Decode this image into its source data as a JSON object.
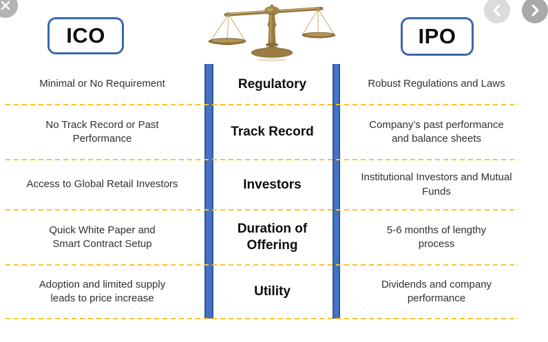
{
  "viewer": {
    "close_icon": "close-x",
    "prev_icon": "chevron-left",
    "next_icon": "chevron-right"
  },
  "comparison": {
    "left_header": "ICO",
    "right_header": "IPO",
    "rows": [
      {
        "category": "Regulatory",
        "ico": "Minimal or No Requirement",
        "ipo": "Robust Regulations and Laws"
      },
      {
        "category": "Track Record",
        "ico": "No Track Record or Past Performance",
        "ipo": "Company’s past performance and balance sheets"
      },
      {
        "category": "Investors",
        "ico": "Access to Global Retail Investors",
        "ipo": "Institutional Investors and Mutual Funds"
      },
      {
        "category": "Duration of Offering",
        "ico": "Quick White Paper and Smart Contract Setup",
        "ipo": "5-6 months of lengthy process"
      },
      {
        "category": "Utility",
        "ico": "Adoption and limited supply leads to price increase",
        "ipo": "Dividends and company performance"
      }
    ]
  },
  "colors": {
    "bar_blue": "#4472c4",
    "bar_blue_edge": "#2f5597",
    "divider_gold": "#fdc32a",
    "header_border_blue": "#3a66ad",
    "scale_brass": "#9a7c42"
  }
}
